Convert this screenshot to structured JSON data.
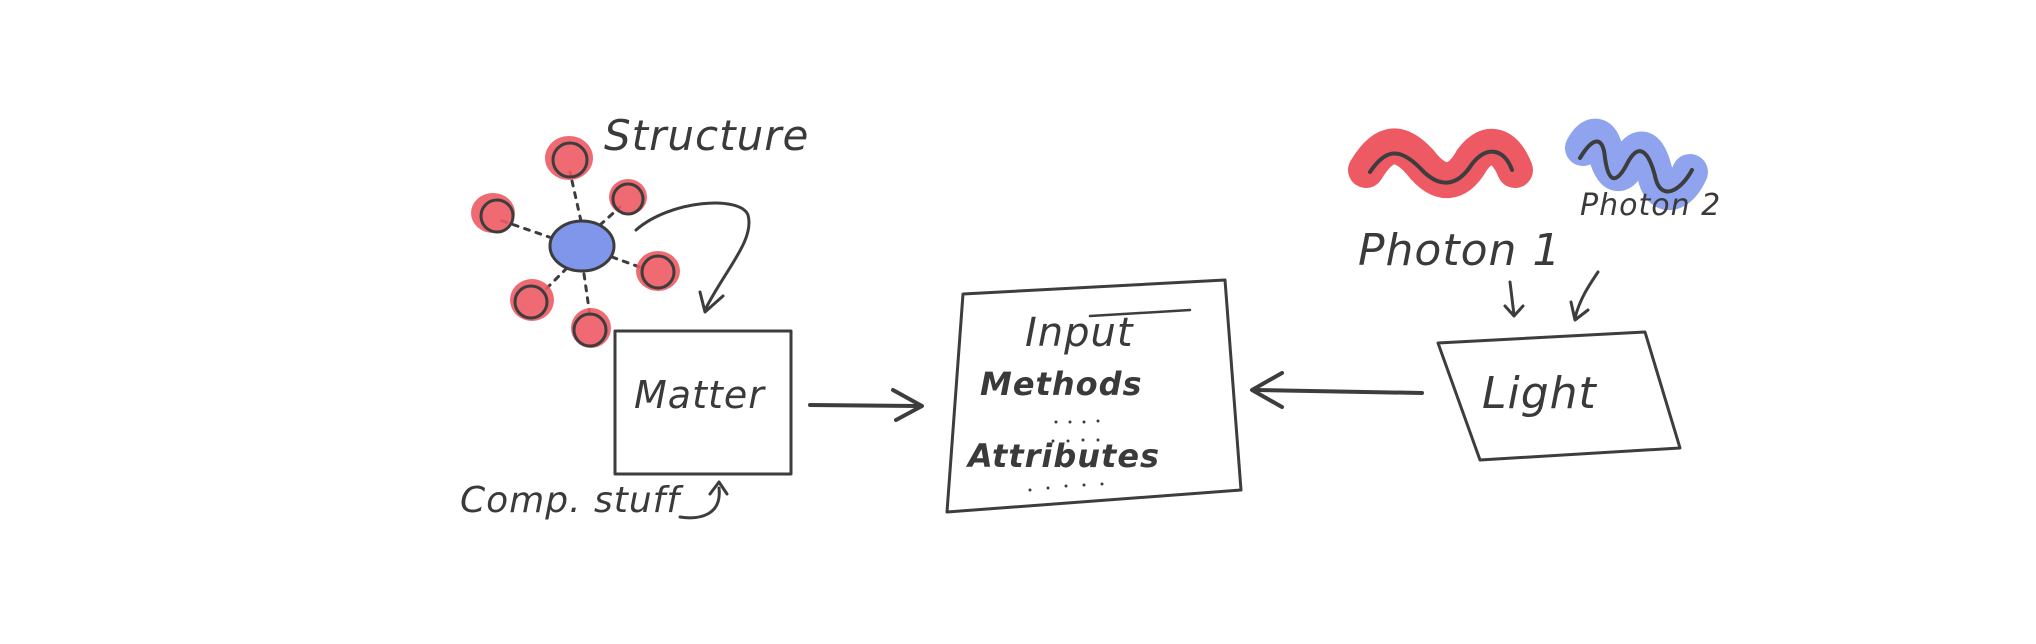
{
  "labels": {
    "structure": "Structure",
    "matter": "Matter",
    "comp_stuff": "Comp. stuff",
    "input": "Input",
    "methods": "Methods",
    "attributes": "Attributes",
    "photon1": "Photon 1",
    "photon2": "Photon 2",
    "light": "Light"
  },
  "colors": {
    "ink": "#3d3d3d",
    "red_highlight": "#ee5a63",
    "blue_highlight": "#8fa3ee",
    "atom_fill": "#e85a60",
    "nucleus_fill": "#7f96ea"
  }
}
